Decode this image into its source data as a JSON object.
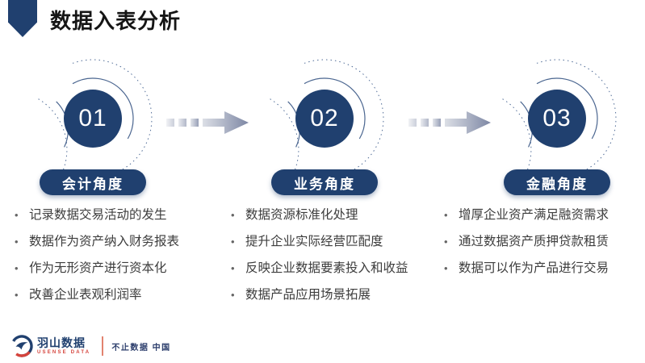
{
  "header": {
    "title": "数据入表分析"
  },
  "stages": [
    {
      "number": "01",
      "label": "会计角度",
      "bullets": [
        "记录数据交易活动的发生",
        "数据作为资产纳入财务报表",
        "作为无形资产进行资本化",
        "改善企业表观利润率"
      ]
    },
    {
      "number": "02",
      "label": "业务角度",
      "bullets": [
        "数据资源标准化处理",
        "提升企业实际经营匹配度",
        "反映企业数据要素投入和收益",
        "数据产品应用场景拓展"
      ]
    },
    {
      "number": "03",
      "label": "金融角度",
      "bullets": [
        "增厚企业资产满足融资需求",
        "通过数据资产质押贷款租赁",
        "数据可以作为产品进行交易"
      ]
    }
  ],
  "footer": {
    "brand_cn": "羽山数据",
    "brand_en": "USENSE DATA",
    "tagline": "不止数据 中国"
  },
  "colors": {
    "navy": "#20406f",
    "ring_navy": "#2b4b7d",
    "arrow_light": "#dcdfe6",
    "arrow_dark": "#7d87a4",
    "text_dark": "#3d3d3d",
    "brand_red": "#d5433c",
    "divider_red": "#e2836f"
  }
}
